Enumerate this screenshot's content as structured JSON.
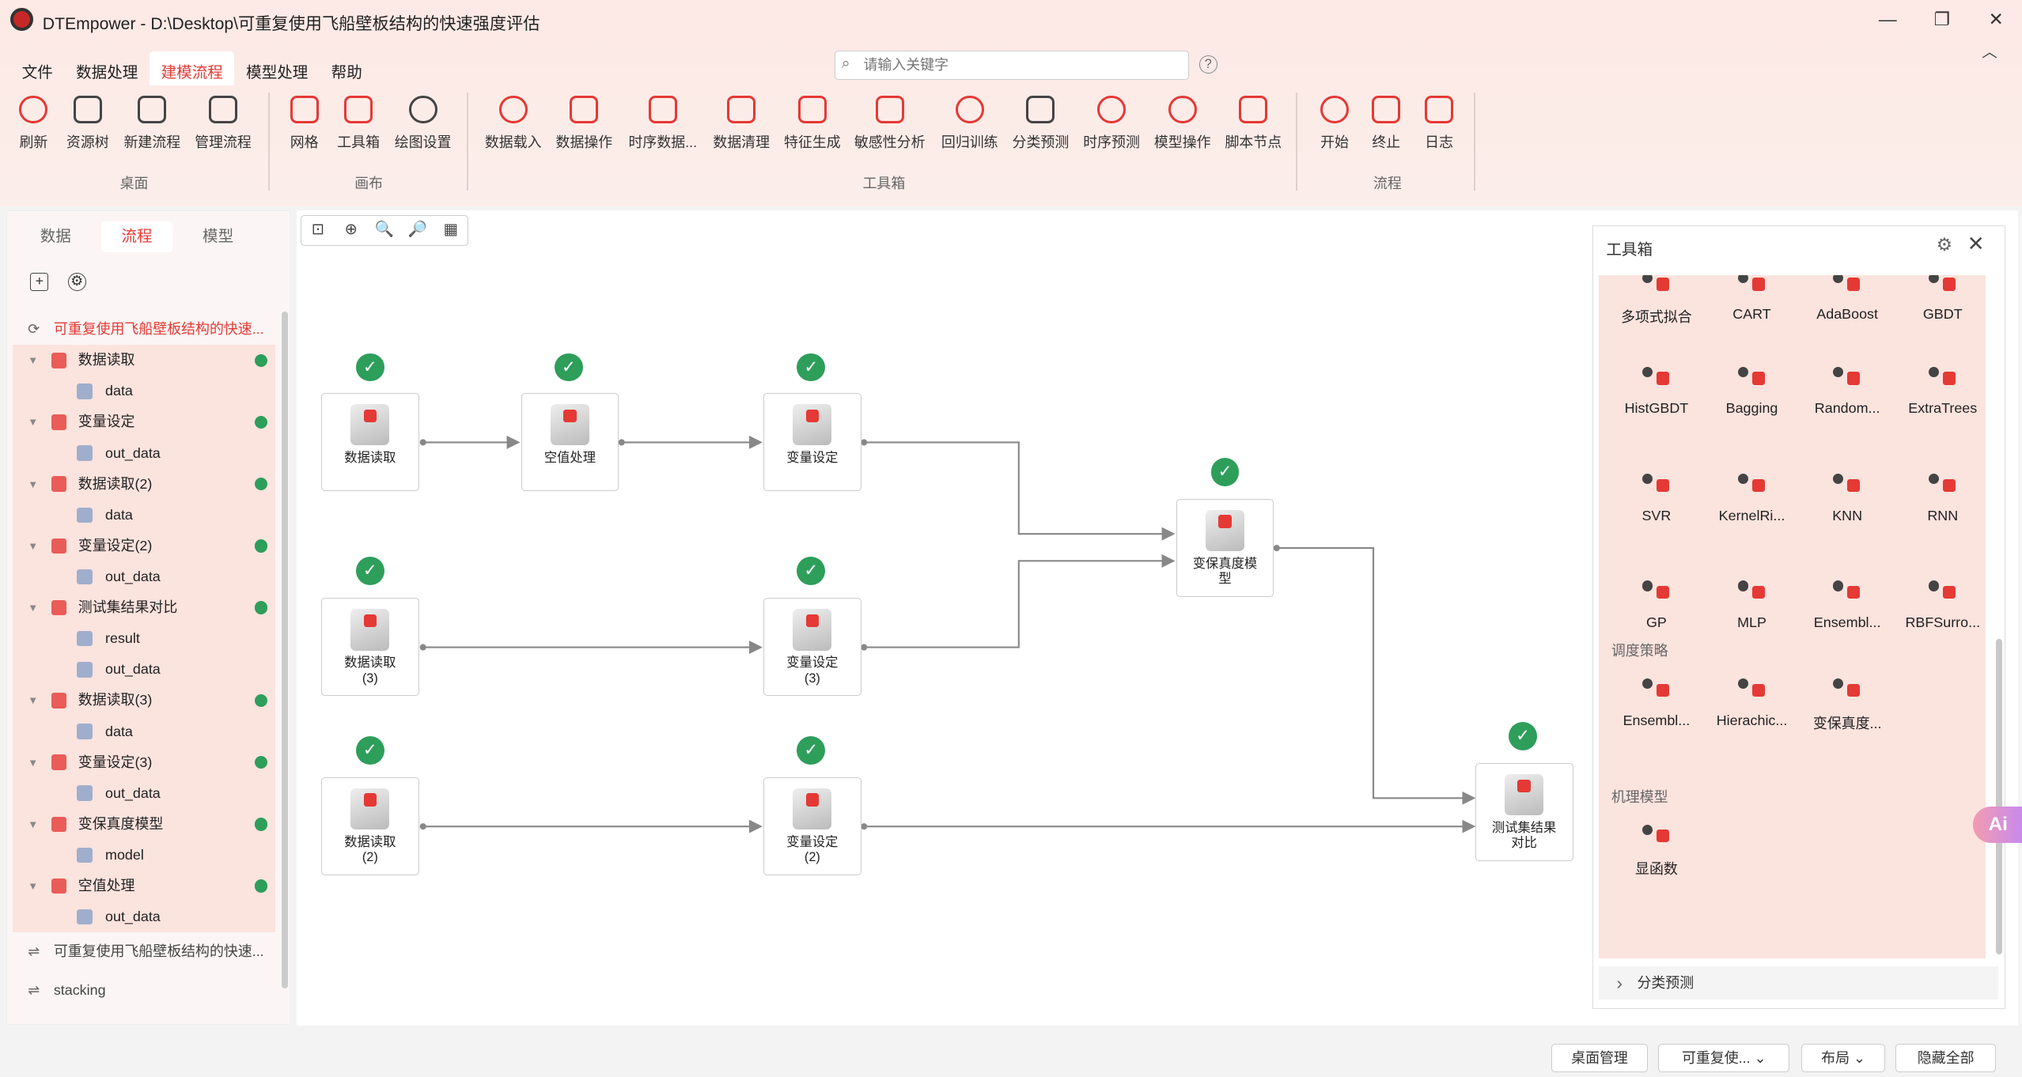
{
  "window": {
    "title": "DTEmpower - D:\\Desktop\\可重复使用飞船壁板结构的快速强度评估",
    "controls": [
      "—",
      "❐",
      "✕"
    ],
    "collapse": "︿"
  },
  "menu": [
    "文件",
    "数据处理",
    "建模流程",
    "模型处理",
    "帮助"
  ],
  "menu_active": "建模流程",
  "search": {
    "placeholder": "请输入关键字",
    "help": "?"
  },
  "ribbon": {
    "desktop": {
      "label": "桌面",
      "buttons": [
        "刷新",
        "资源树",
        "新建流程",
        "管理流程"
      ]
    },
    "canvas": {
      "label": "画布",
      "buttons": [
        "网格",
        "工具箱",
        "绘图设置"
      ]
    },
    "toolbox": {
      "label": "工具箱",
      "buttons": [
        "数据载入",
        "数据操作",
        "时序数据...",
        "数据清理",
        "特征生成",
        "敏感性分析",
        "回归训练",
        "分类预测",
        "时序预测",
        "模型操作",
        "脚本节点"
      ]
    },
    "flow": {
      "label": "流程",
      "buttons": [
        "开始",
        "终止",
        "日志"
      ]
    }
  },
  "left": {
    "tabs": [
      "数据",
      "流程",
      "模型"
    ],
    "active_tab": "流程",
    "tree_title": "可重复使用飞船壁板结构的快速...",
    "tree": [
      {
        "label": "数据读取",
        "child": false,
        "ok": true
      },
      {
        "label": "data",
        "child": true
      },
      {
        "label": "变量设定",
        "child": false,
        "ok": true
      },
      {
        "label": "out_data",
        "child": true
      },
      {
        "label": "数据读取(2)",
        "child": false,
        "ok": true
      },
      {
        "label": "data",
        "child": true
      },
      {
        "label": "变量设定(2)",
        "child": false,
        "ok": true
      },
      {
        "label": "out_data",
        "child": true
      },
      {
        "label": "测试集结果对比",
        "child": false,
        "ok": true
      },
      {
        "label": "result",
        "child": true
      },
      {
        "label": "out_data",
        "child": true
      },
      {
        "label": "数据读取(3)",
        "child": false,
        "ok": true
      },
      {
        "label": "data",
        "child": true
      },
      {
        "label": "变量设定(3)",
        "child": false,
        "ok": true
      },
      {
        "label": "out_data",
        "child": true
      },
      {
        "label": "变保真度模型",
        "child": false,
        "ok": true
      },
      {
        "label": "model",
        "child": true
      },
      {
        "label": "空值处理",
        "child": false,
        "ok": true
      },
      {
        "label": "out_data",
        "child": true
      }
    ],
    "footer": [
      "可重复使用飞船壁板结构的快速...",
      "stacking"
    ]
  },
  "canvas": {
    "tools": [
      "⊡",
      "⊕",
      "🔍",
      "🔎",
      "▦"
    ],
    "nodes": {
      "n1": "数据读取",
      "n2": "空值处理",
      "n3": "变量设定",
      "n4": "数据读取\n(3)",
      "n5": "变量设定\n(3)",
      "n6": "数据读取\n(2)",
      "n7": "变量设定\n(2)",
      "n8": "变保真度模\n型",
      "n9": "测试集结果\n对比"
    }
  },
  "toolbox_panel": {
    "title": "工具箱",
    "row1": [
      "多项式拟合",
      "CART",
      "AdaBoost",
      "GBDT"
    ],
    "row2": [
      "HistGBDT",
      "Bagging",
      "Random...",
      "ExtraTrees"
    ],
    "row3": [
      "SVR",
      "KernelRi...",
      "KNN",
      "RNN"
    ],
    "row4": [
      "GP",
      "MLP",
      "Ensembl...",
      "RBFSurro..."
    ],
    "section_schedule": "调度策略",
    "row5": [
      "Ensembl...",
      "Hierachic...",
      "变保真度..."
    ],
    "section_mechanism": "机理模型",
    "row6": [
      "显函数"
    ],
    "footer": "分类预测"
  },
  "ai_label": "Ai",
  "status": {
    "desktop_manage": "桌面管理",
    "flow_select": "可重复使...",
    "layout": "布局",
    "hide_all": "隐藏全部"
  }
}
